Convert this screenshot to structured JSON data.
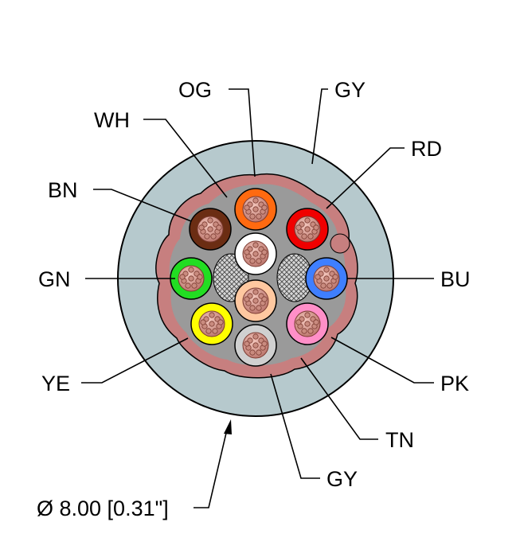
{
  "diagram": {
    "colors": {
      "jacket": "#b6c9cd",
      "shield_braid": "#7a1f1f",
      "shield_fill": "#c77f7f",
      "filler": "#808080",
      "inner_bg": "#9a9a9a",
      "copper": "#c98b7f",
      "copper_dark": "#7a3a30"
    },
    "conductors": [
      {
        "id": "wh",
        "label": "WH",
        "color": "#ffffff"
      },
      {
        "id": "og",
        "label": "OG",
        "color": "#ff6a10"
      },
      {
        "id": "rd",
        "label": "RD",
        "color": "#f00000"
      },
      {
        "id": "bn",
        "label": "BN",
        "color": "#6b2d13"
      },
      {
        "id": "gn",
        "label": "GN",
        "color": "#22dd22"
      },
      {
        "id": "bu",
        "label": "BU",
        "color": "#3f7fff"
      },
      {
        "id": "ye",
        "label": "YE",
        "color": "#ffff00"
      },
      {
        "id": "pk",
        "label": "PK",
        "color": "#ff8fc8"
      },
      {
        "id": "tn",
        "label": "TN",
        "color": "#ffc8a0"
      },
      {
        "id": "gy_center",
        "label": "GY",
        "color": "#d0d0d0"
      }
    ],
    "labels": {
      "og": "OG",
      "gy_jacket": "GY",
      "wh": "WH",
      "rd": "RD",
      "bn": "BN",
      "gn": "GN",
      "bu": "BU",
      "ye": "YE",
      "pk": "PK",
      "tn": "TN",
      "gy_bottom": "GY",
      "diameter": "Ø 8.00 [0.31\"]"
    }
  }
}
